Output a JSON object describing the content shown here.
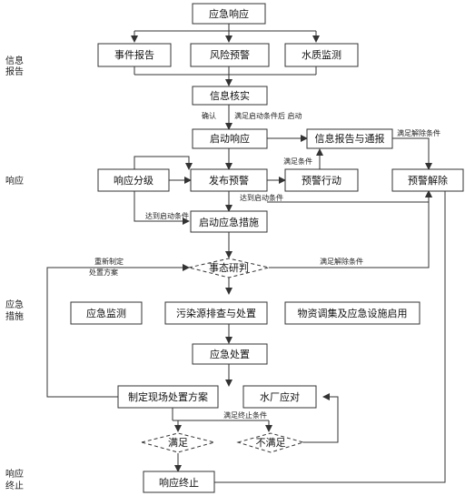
{
  "sections": {
    "info_report": [
      "信息",
      "报告"
    ],
    "response": "响应",
    "emergency_measures": [
      "应急",
      "措施"
    ],
    "response_end": [
      "响应",
      "终止"
    ]
  },
  "nodes": {
    "emergency_response": "应急响应",
    "incident_report": "事件报告",
    "risk_warning": "风险预警",
    "water_quality_monitoring": "水质监测",
    "info_verification": "信息核实",
    "start_response": "启动响应",
    "info_report_notification": "信息报告与通报",
    "response_grading": "响应分级",
    "issue_warning": "发布预警",
    "warning_action": "预警行动",
    "warning_release": "预警解除",
    "start_emergency_measures": "启动应急措施",
    "situation_judgment": "事态研判",
    "emergency_monitoring": "应急监测",
    "pollution_investigation": "污染源排查与处置",
    "material_allocation": "物资调集及应急设施启用",
    "emergency_disposal": "应急处置",
    "onsite_plan": "制定现场处置方案",
    "water_supply": "水厂应对",
    "satisfied": "满足",
    "not_satisfied": "不满足",
    "response_termination": "响应终止"
  },
  "edge_labels": {
    "confirmed": "确认",
    "meets_conditions": "满足启动条件后 启动",
    "meets_release": "满足解除条件",
    "upgrade": "满足条件",
    "reach_start": "达到启动条件",
    "end_condition_1": "满足解除条件",
    "reformulate": [
      "重新制定",
      "处置方案"
    ],
    "judge_conditions": "满足终止条件"
  }
}
